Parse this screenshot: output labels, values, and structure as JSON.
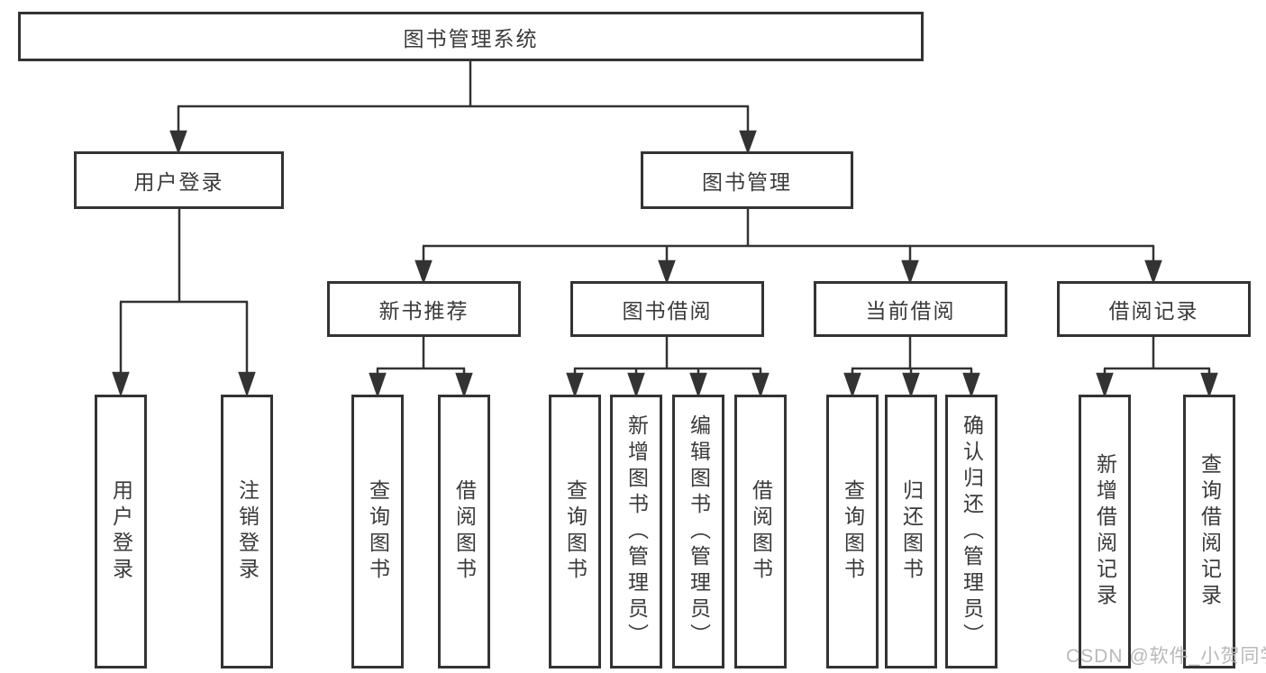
{
  "tree": {
    "root": "图书管理系统",
    "branches": [
      {
        "label": "用户登录",
        "children": [
          "用户登录",
          "注销登录"
        ]
      },
      {
        "label": "图书管理",
        "children": [
          {
            "label": "新书推荐",
            "children": [
              "查询图书",
              "借阅图书"
            ]
          },
          {
            "label": "图书借阅",
            "children": [
              "查询图书",
              "新增图书（管理员）",
              "编辑图书（管理员）",
              "借阅图书"
            ]
          },
          {
            "label": "当前借阅",
            "children": [
              "查询图书",
              "归还图书",
              "确认归还（管理员）"
            ]
          },
          {
            "label": "借阅记录",
            "children": [
              "新增借阅记录",
              "查询借阅记录"
            ]
          }
        ]
      }
    ]
  },
  "watermark": {
    "text": "CSDN @软件_小贺同学"
  },
  "colors": {
    "line": "#333333",
    "box_border": "#333333",
    "text": "#3a3a3a",
    "watermark": "#b9b9b9",
    "background": "#ffffff"
  }
}
